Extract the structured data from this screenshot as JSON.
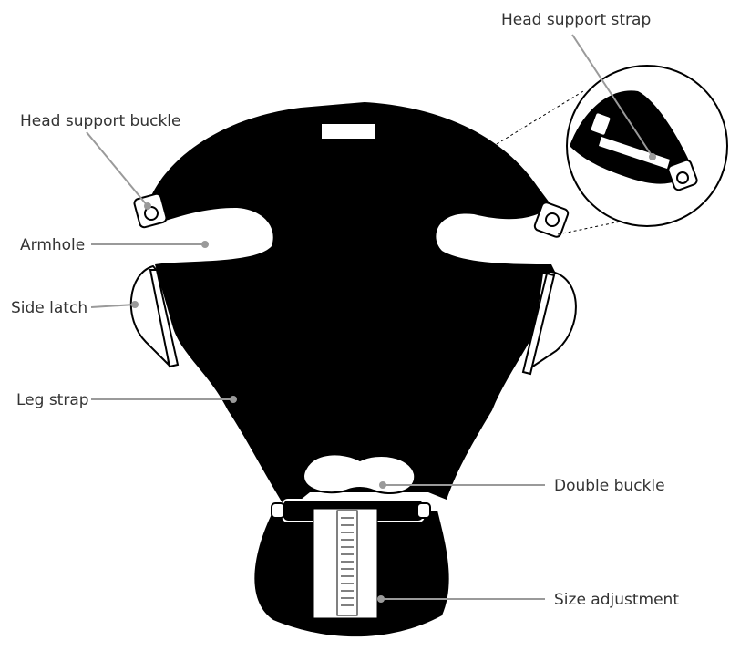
{
  "labels": {
    "head_support_strap": "Head support strap",
    "head_support_buckle": "Head support buckle",
    "armhole": "Armhole",
    "side_latch": "Side latch",
    "leg_strap": "Leg strap",
    "double_buckle": "Double buckle",
    "size_adjustment": "Size adjustment"
  },
  "colors": {
    "carrier_body": "#000000",
    "leader_line": "#9a9a9a",
    "label_text": "#333333",
    "background": "#ffffff"
  }
}
